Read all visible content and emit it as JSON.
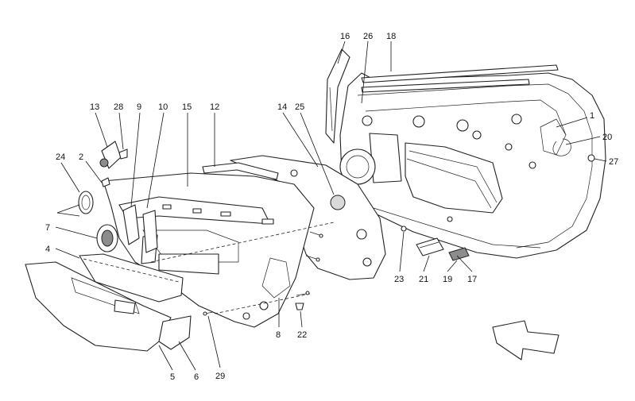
{
  "callouts": [
    {
      "id": "c1",
      "text": "1"
    },
    {
      "id": "c2",
      "text": "2"
    },
    {
      "id": "c4",
      "text": "4"
    },
    {
      "id": "c5",
      "text": "5"
    },
    {
      "id": "c6",
      "text": "6"
    },
    {
      "id": "c7",
      "text": "7"
    },
    {
      "id": "c8",
      "text": "8"
    },
    {
      "id": "c9",
      "text": "9"
    },
    {
      "id": "c10",
      "text": "10"
    },
    {
      "id": "c12",
      "text": "12"
    },
    {
      "id": "c13",
      "text": "13"
    },
    {
      "id": "c14",
      "text": "14"
    },
    {
      "id": "c15",
      "text": "15"
    },
    {
      "id": "c16",
      "text": "16"
    },
    {
      "id": "c17",
      "text": "17"
    },
    {
      "id": "c18",
      "text": "18"
    },
    {
      "id": "c19",
      "text": "19"
    },
    {
      "id": "c20",
      "text": "20"
    },
    {
      "id": "c21",
      "text": "21"
    },
    {
      "id": "c22",
      "text": "22"
    },
    {
      "id": "c23",
      "text": "23"
    },
    {
      "id": "c24",
      "text": "24"
    },
    {
      "id": "c25",
      "text": "25"
    },
    {
      "id": "c26",
      "text": "26"
    },
    {
      "id": "c27",
      "text": "27"
    },
    {
      "id": "c28",
      "text": "28"
    },
    {
      "id": "c29",
      "text": "29"
    }
  ],
  "icons": {
    "direction_arrow": "front-direction-arrow-icon"
  },
  "colors": {
    "line": "#222222",
    "fill": "#ffffff",
    "shade": "#d9d9d9"
  }
}
